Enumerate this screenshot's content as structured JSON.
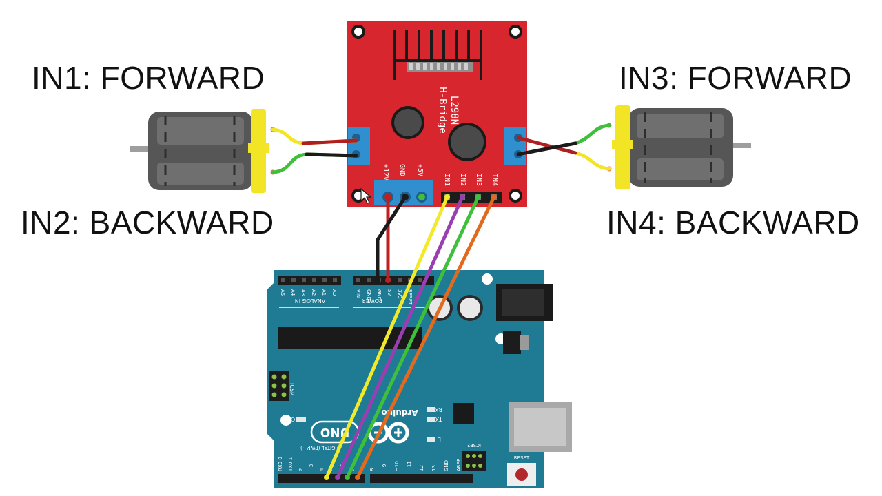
{
  "captions": {
    "in1": "IN1: FORWARD",
    "in2": "IN2: BACKWARD",
    "in3": "IN3: FORWARD",
    "in4": "IN4: BACKWARD"
  },
  "driver": {
    "name": "L298N",
    "subtitle": "H-Bridge",
    "power_pins": [
      "+12V",
      "GND",
      "+5V"
    ],
    "input_pins": [
      "IN1",
      "IN2",
      "IN3",
      "IN4"
    ],
    "color": "#d7262e"
  },
  "arduino": {
    "brand": "Arduino",
    "model": "UNO",
    "analog_label": "ANALOG IN",
    "power_label": "POWER",
    "power_pins": [
      "VIN",
      "GND",
      "GND",
      "5V",
      "3V3",
      "RESET"
    ],
    "analog_pins": [
      "A5",
      "A4",
      "A3",
      "A2",
      "A1",
      "A0"
    ],
    "digital_label": "DIGITAL (PWM~)",
    "digital_pins": [
      "RX0 0",
      "TX0 1",
      "2",
      "~3",
      "4",
      "~5",
      "~6",
      "7",
      "8",
      "~9",
      "~10",
      "~11",
      "12",
      "13",
      "GND",
      "AREF"
    ],
    "icsp": "ICSP",
    "icsp2": "ICSP2",
    "on": "ON",
    "rx": "RX",
    "tx": "TX",
    "l": "L",
    "reset": "RESET",
    "color": "#1f7b94"
  },
  "wire_colors": {
    "in1": "#f0ea2a",
    "in2": "#9a3fb0",
    "in3": "#3fbf3a",
    "in4": "#e26a1f",
    "power": "#c01f1f",
    "ground": "#1a1a1a"
  }
}
